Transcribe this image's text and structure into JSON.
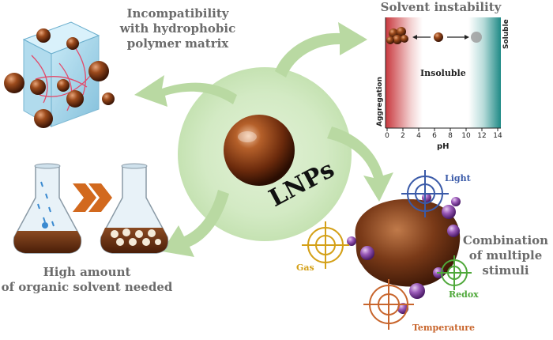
{
  "center": {
    "title": "LNPs"
  },
  "labels": {
    "incompatibility": {
      "line1": "Incompatibility",
      "line2": "with hydrophobic",
      "line3": "polymer matrix"
    },
    "solvent_instability": "Solvent instability",
    "organic_solvent": {
      "line1": "High amount",
      "line2": "of organic solvent needed"
    },
    "combination": {
      "line1": "Combination",
      "line2": "of multiple",
      "line3": "stimuli"
    }
  },
  "ph_panel": {
    "region_left": "Aggregation",
    "region_center": "Insoluble",
    "region_right": "Soluble",
    "axis_label": "pH",
    "ticks": [
      "0",
      "2",
      "4",
      "6",
      "8",
      "10",
      "12",
      "14"
    ]
  },
  "stimuli": {
    "light": "Light",
    "gas": "Gas",
    "redox": "Redox",
    "temperature": "Temperature"
  },
  "colors": {
    "arrow_green": "#b9d9a2",
    "center_glow": "#cfe8c0",
    "particle": "#8a3c14",
    "light": "#3a5aa8",
    "gas": "#d4a017",
    "redox": "#4fa83a",
    "temperature": "#c8652c",
    "chevron": "#d2691e",
    "ph_red": "#c8383e",
    "ph_teal": "#1f8a86"
  }
}
